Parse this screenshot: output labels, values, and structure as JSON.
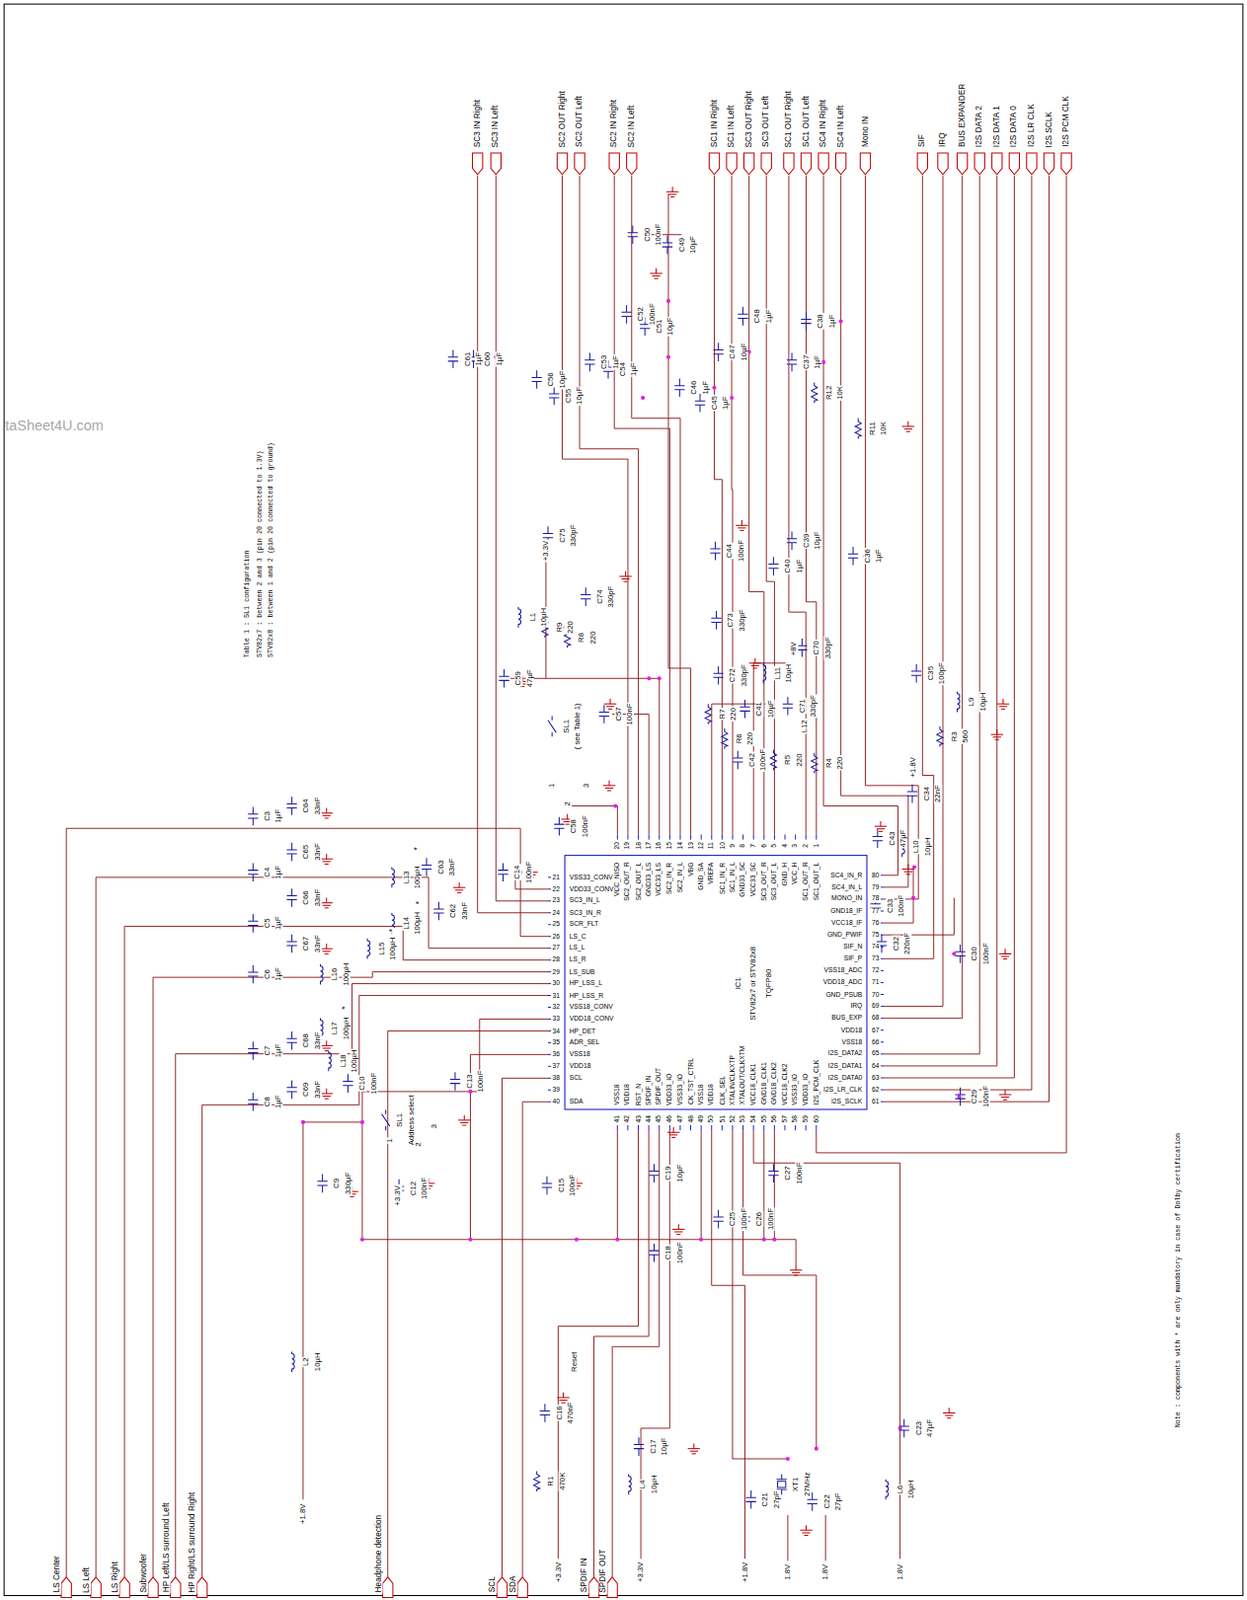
{
  "diagram": {
    "nodes": [
      {
        "text": [
          "IC1",
          "STV82x7 or STV82x8",
          "TQFP80"
        ]
      }
    ],
    "labels": [
      "SC3 IN Right",
      "SC3 IN Left",
      "SC2 OUT Right",
      "SC2 OUT Left",
      "SC2 IN Right",
      "SC2 IN Left",
      "SC1 IN Right",
      "SC1 IN Left",
      "SC3 OUT Right",
      "SC3 OUT Left",
      "SC1 OUT Right",
      "SC1 OUT Left",
      "SC4 IN Right",
      "SC4 IN Left",
      "Mono IN",
      "SIF",
      "IRQ",
      "BUS EXPANDER",
      "I2S DATA 2",
      "I2S DATA 1",
      "I2S DATA 0",
      "I2S LR CLK",
      "I2S SCLK",
      "I2S PCM CLK",
      "LS Center",
      "LS Left",
      "LS Right",
      "Subwoofer",
      "HP Left/LS surround Left",
      "HP Right/LS surround Right",
      "Headphone detection",
      "SCL",
      "SDA",
      "+3.3V",
      "SPDIF IN",
      "SPDIF OUT",
      "+3.3V",
      "+1.8V",
      "1.8V",
      "1.8V",
      "1.8V",
      "+1.8V",
      "Table 1 : SL1 configuration",
      "STV82x7 : between 2 and 3 (pin 20 connected to 1.3V)",
      "STV82x8 : between 1 and 2 (pin 20 connected to ground)",
      "Note : components with * are only mandatory in case of Dolby certification",
      "taSheet4U.com",
      "*",
      "*",
      "*",
      "*",
      "1",
      "2",
      "3",
      "4",
      "5",
      "6",
      "7",
      "8",
      "9",
      "10",
      "11",
      "12",
      "13",
      "14",
      "15",
      "16",
      "17",
      "18",
      "19",
      "20",
      "21",
      "22",
      "23",
      "24",
      "25",
      "26",
      "27",
      "28",
      "29",
      "30",
      "31",
      "32",
      "33",
      "34",
      "35",
      "36",
      "37",
      "38",
      "39",
      "40",
      "41",
      "42",
      "43",
      "44",
      "45",
      "46",
      "47",
      "48",
      "49",
      "50",
      "51",
      "52",
      "53",
      "54",
      "55",
      "56",
      "57",
      "58",
      "59",
      "60",
      "61",
      "62",
      "63",
      "64",
      "65",
      "66",
      "67",
      "68",
      "69",
      "70",
      "71",
      "72",
      "73",
      "74",
      "75",
      "76",
      "77",
      "78",
      "79",
      "80",
      "SC1_OUT_L",
      "SC1_OUT_R",
      "VCC_H",
      "GND_H",
      "SC3_OUT_L",
      "SC3_OUT_R",
      "VCC33_SC",
      "GND33_SC",
      "SC1_IN_L",
      "SC1_IN_R",
      "VREFA",
      "GND_SA",
      "VBG",
      "SC2_IN_L",
      "SC2_IN_R",
      "VCC33_LS",
      "GND33_LS",
      "SC2_OUT_L",
      "SC2_OUT_R",
      "VCC_NISO",
      "VSS33_CONV",
      "VDD33_CONV",
      "SC3_IN_L",
      "SC3_IN_R",
      "SCR_FLT",
      "LS_C",
      "LS_L",
      "LS_R",
      "LS_SUB",
      "HP_LSS_L",
      "HP_LSS_R",
      "VSS18_CONV",
      "VDD18_CONV",
      "HP_DET",
      "ADR_SEL",
      "VSS18",
      "VDD18",
      "SCL",
      "SDA",
      "VSS18",
      "VDD18",
      "RST_N",
      "SPDIF_IN",
      "SPDIF_OUT",
      "VDD33_IO",
      "VSS33_IO",
      "CK_TST_CTRL",
      "VSS18",
      "VDD18",
      "CLK_SEL",
      "XTALIN/CLKXTP",
      "XTALOUT/CLKXTM",
      "VCC18_CLK1",
      "GND18_CLK1",
      "GND18_CLK2",
      "VCC18_CLK2",
      "VSS33_IO",
      "VDD33_IO",
      "I2S_PCM_CLK",
      "I2S_SCLK",
      "I2S_LR_CLK",
      "I2S_DATA0",
      "I2S_DATA1",
      "I2S_DATA2",
      "VSS18",
      "VDD18",
      "BUS_EXP",
      "IRQ",
      "GND_PSUB",
      "VDD18_ADC",
      "VSS18_ADC",
      "SIF_P",
      "SIF_N",
      "GND_PWIF",
      "VCC18_IF",
      "GND18_IF",
      "MONO_IN",
      "SC4_IN_L",
      "SC4_IN_R",
      "C61",
      "1µF",
      "C60",
      "1µF",
      "C56",
      "10µF",
      "C55",
      "10µF",
      "C53",
      "1µF",
      "C54",
      "1µF",
      "C52",
      "100nF",
      "C51",
      "10µF",
      "C50",
      "100nF",
      "C49",
      "10µF",
      "C46",
      "1µF",
      "C45",
      "1µF",
      "C47",
      "10µF",
      "C48",
      "1µF",
      "C37",
      "1µF",
      "C38",
      "1µF",
      "R12",
      "10K",
      "R11",
      "10K",
      "C36",
      "1µF",
      "C40",
      "1µF",
      "C39",
      "10µF",
      "C75",
      "330pF",
      "L1",
      "10µH",
      "+3.3V",
      "R9",
      "220",
      "C74",
      "330pF",
      "R8",
      "220",
      "C59",
      "47µF",
      "C57",
      "100nF",
      "SL1",
      "( see Table 1)",
      "1",
      "2",
      "3",
      "C58",
      "100nF",
      "C14",
      "100nF",
      "C44",
      "100nF",
      "C73",
      "330pF",
      "C72",
      "330pF",
      "R7",
      "220",
      "R6",
      "220",
      "C41",
      "10µF",
      "C42",
      "100nF",
      "L11",
      "10µH",
      "+8V",
      "C71",
      "330pF",
      "C70",
      "330pF",
      "L12",
      "R5",
      "220",
      "R4",
      "220",
      "C35",
      "100pF",
      "L9",
      "10µH",
      "R3",
      "560",
      "+1.8V",
      "C34",
      "22nF",
      "L10",
      "10µH",
      "C43",
      "47µF",
      "C33",
      "100nF",
      "C32",
      "220nF",
      "C30",
      "100nF",
      "C29",
      "100nF",
      "C3",
      "1µF",
      "C64",
      "33nF",
      "C4",
      "1µF",
      "C65",
      "33nF",
      "C5",
      "1µF",
      "C66",
      "33nF",
      "C6",
      "1µF",
      "C67",
      "33nF",
      "L13",
      "100µH",
      "C63",
      "33nF",
      "C62",
      "33nF",
      "L14",
      "100µH",
      "L15",
      "100µH",
      "L16",
      "100µH",
      "C7",
      "1µF",
      "C68",
      "33nF",
      "L17",
      "100µH",
      "L18",
      "100µH",
      "C8",
      "1µF",
      "C69",
      "33nF",
      "C10",
      "100nF",
      "C13",
      "100nF",
      "SL1",
      "Address select",
      "1",
      "2",
      "3",
      "C12",
      "100nF",
      "+3.3V",
      "C9",
      "330µF",
      "L2",
      "10µH",
      "C15",
      "100nF",
      "C19",
      "10µF",
      "C18",
      "100nF",
      "C25",
      "100nF",
      "C26",
      "100nF",
      "C27",
      "100nF",
      "C16",
      "470nF",
      "Reset",
      "R1",
      "470K",
      "C17",
      "10µF",
      "L4",
      "10µH",
      "C21",
      "27pF",
      "XT1",
      "27MHz",
      "C22",
      "27pF",
      "C23",
      "47µF",
      "L6",
      "10µH"
    ]
  }
}
